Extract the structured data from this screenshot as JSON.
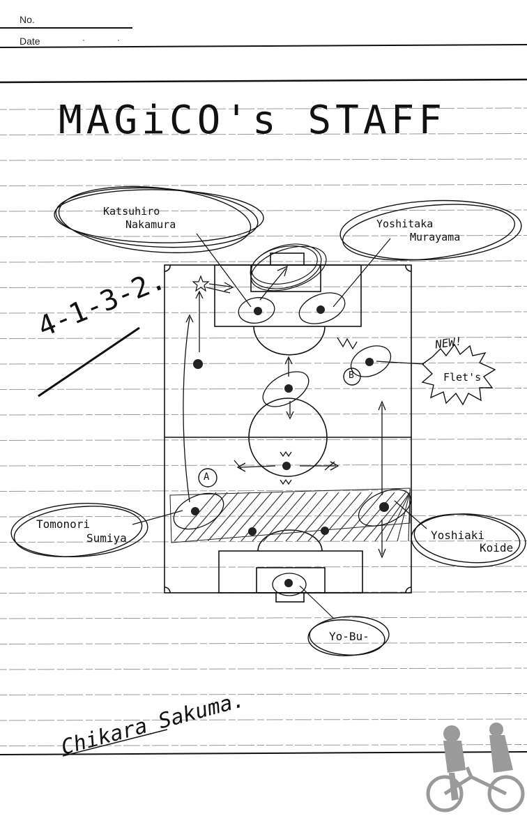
{
  "header": {
    "no_label": "No.",
    "date_label": "Date"
  },
  "title": "MAGiCO's STAFF",
  "formation": "4-1-3-2.",
  "staff": {
    "katsuhiro": [
      "Katsuhiro",
      "Nakamura"
    ],
    "yoshitaka": [
      "Yoshitaka",
      "Murayama"
    ],
    "flets_new": "NEW!",
    "flets": "Flet's",
    "tomonori": [
      "Tomonori",
      "Sumiya"
    ],
    "yoshiaki": [
      "Yoshiaki",
      "Koide"
    ],
    "yobu": "Yo-Bu-"
  },
  "marks": {
    "a": "A",
    "b": "B"
  },
  "signature": "Chikara Sakuma."
}
